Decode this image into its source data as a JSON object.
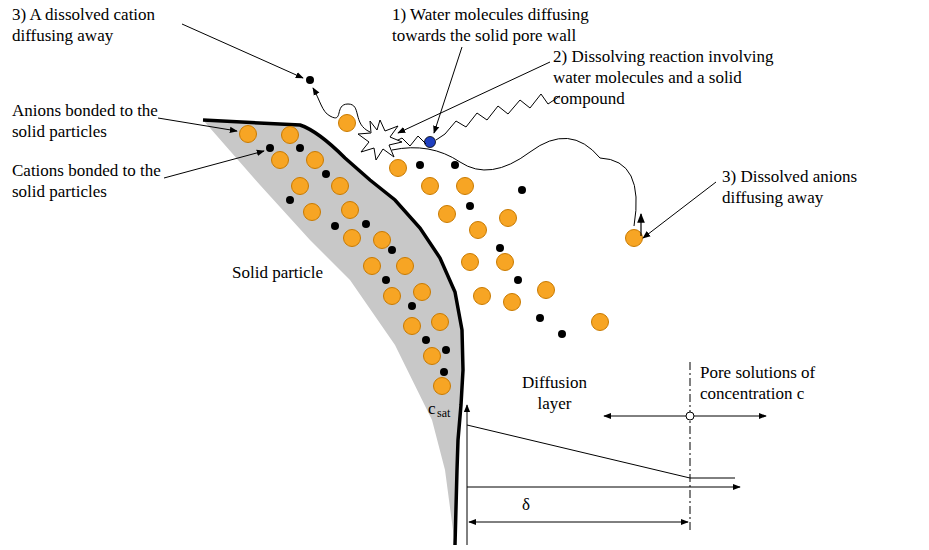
{
  "diagram": {
    "labels": [
      "3) A dissolved cation diffusing away",
      "1) Water molecules diffusing towards the solid pore wall",
      "2) Dissolving reaction involving water molecules and a solid compound",
      "Anions bonded to the solid particles",
      "Cations bonded to the solid particles",
      "3) Dissolved anions diffusing away",
      "Solid particle",
      "Diffusion layer",
      "Pore solutions of concentration c",
      "c",
      "sat",
      "δ"
    ]
  }
}
